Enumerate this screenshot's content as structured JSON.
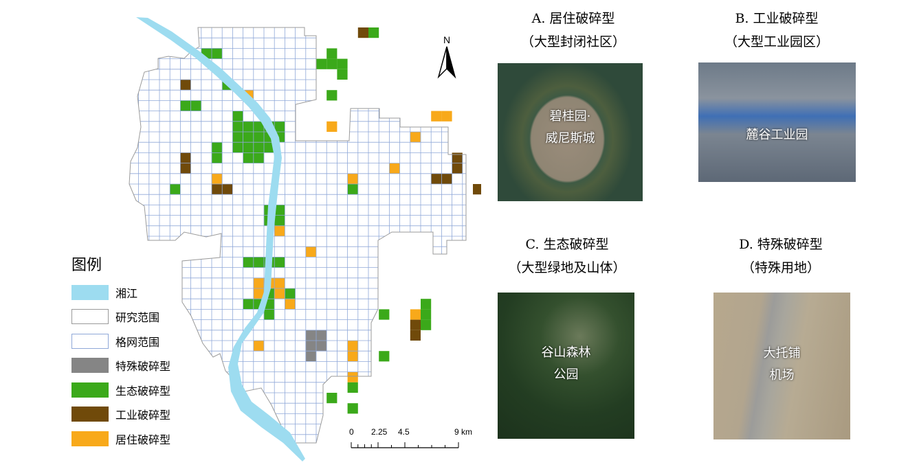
{
  "legend": {
    "title": "图例",
    "items": [
      {
        "label": "湘江",
        "color": "#9ddcf0",
        "border": "#9ddcf0"
      },
      {
        "label": "研究范围",
        "color": "#ffffff",
        "border": "#999999"
      },
      {
        "label": "格网范围",
        "color": "#ffffff",
        "border": "#8fa8d8"
      },
      {
        "label": "特殊破碎型",
        "color": "#858585",
        "border": "#858585"
      },
      {
        "label": "生态破碎型",
        "color": "#3ba91a",
        "border": "#3ba91a"
      },
      {
        "label": "工业破碎型",
        "color": "#704a0a",
        "border": "#704a0a"
      },
      {
        "label": "居住破碎型",
        "color": "#f8a91a",
        "border": "#f8a91a"
      }
    ]
  },
  "north": {
    "label": "N"
  },
  "scale": {
    "labels": [
      "0",
      "2.25",
      "4.5",
      "9 km"
    ],
    "values": [
      0,
      2.25,
      4.5,
      9
    ]
  },
  "panels": [
    {
      "title": "A. 居住破碎型",
      "subtitle": "（大型封闭社区）",
      "photo_lines": [
        "碧桂园·",
        "威尼斯城"
      ]
    },
    {
      "title": "B. 工业破碎型",
      "subtitle": "（大型工业园区）",
      "photo_lines": [
        "麓谷工业园"
      ]
    },
    {
      "title": "C. 生态破碎型",
      "subtitle": "（大型绿地及山体）",
      "photo_lines": [
        "谷山森林",
        "公园"
      ]
    },
    {
      "title": "D. 特殊破碎型",
      "subtitle": "（特殊用地）",
      "photo_lines": [
        "大托铺",
        "机场"
      ]
    }
  ],
  "map": {
    "grid_color": "#8fa8d8",
    "river_color": "#9ddcf0",
    "cells": [
      {
        "c": 9,
        "r": 0,
        "t": "industry"
      },
      {
        "c": 10,
        "r": 0,
        "t": "eco"
      },
      {
        "c": -6,
        "r": 2,
        "t": "eco"
      },
      {
        "c": -5,
        "r": 2,
        "t": "eco"
      },
      {
        "c": 6,
        "r": 2,
        "t": "eco"
      },
      {
        "c": 5,
        "r": 3,
        "t": "eco"
      },
      {
        "c": 6,
        "r": 3,
        "t": "eco"
      },
      {
        "c": 7,
        "r": 3,
        "t": "eco"
      },
      {
        "c": 7,
        "r": 4,
        "t": "eco"
      },
      {
        "c": -8,
        "r": 5,
        "t": "industry"
      },
      {
        "c": -4,
        "r": 5,
        "t": "eco"
      },
      {
        "c": -2,
        "r": 6,
        "t": "residential"
      },
      {
        "c": 6,
        "r": 6,
        "t": "eco"
      },
      {
        "c": -7,
        "r": 7,
        "t": "eco"
      },
      {
        "c": -8,
        "r": 7,
        "t": "eco"
      },
      {
        "c": 16,
        "r": 8,
        "t": "residential"
      },
      {
        "c": 17,
        "r": 8,
        "t": "residential"
      },
      {
        "c": -3,
        "r": 8,
        "t": "eco"
      },
      {
        "c": -3,
        "r": 9,
        "t": "eco"
      },
      {
        "c": -2,
        "r": 9,
        "t": "eco"
      },
      {
        "c": -1,
        "r": 9,
        "t": "eco"
      },
      {
        "c": 0,
        "r": 9,
        "t": "eco"
      },
      {
        "c": 1,
        "r": 9,
        "t": "eco"
      },
      {
        "c": 6,
        "r": 9,
        "t": "residential"
      },
      {
        "c": -3,
        "r": 10,
        "t": "eco"
      },
      {
        "c": -2,
        "r": 10,
        "t": "eco"
      },
      {
        "c": -1,
        "r": 10,
        "t": "eco"
      },
      {
        "c": 0,
        "r": 10,
        "t": "eco"
      },
      {
        "c": 1,
        "r": 10,
        "t": "eco"
      },
      {
        "c": 14,
        "r": 10,
        "t": "residential"
      },
      {
        "c": -3,
        "r": 11,
        "t": "eco"
      },
      {
        "c": -2,
        "r": 11,
        "t": "eco"
      },
      {
        "c": -1,
        "r": 11,
        "t": "eco"
      },
      {
        "c": 0,
        "r": 11,
        "t": "eco"
      },
      {
        "c": -5,
        "r": 11,
        "t": "eco"
      },
      {
        "c": -2,
        "r": 12,
        "t": "eco"
      },
      {
        "c": -1,
        "r": 12,
        "t": "eco"
      },
      {
        "c": -5,
        "r": 12,
        "t": "eco"
      },
      {
        "c": -8,
        "r": 12,
        "t": "industry"
      },
      {
        "c": 18,
        "r": 12,
        "t": "industry"
      },
      {
        "c": -8,
        "r": 13,
        "t": "industry"
      },
      {
        "c": 12,
        "r": 13,
        "t": "residential"
      },
      {
        "c": 18,
        "r": 13,
        "t": "industry"
      },
      {
        "c": -5,
        "r": 14,
        "t": "residential"
      },
      {
        "c": 8,
        "r": 14,
        "t": "residential"
      },
      {
        "c": 16,
        "r": 14,
        "t": "industry"
      },
      {
        "c": 17,
        "r": 14,
        "t": "industry"
      },
      {
        "c": 22,
        "r": 14,
        "t": "industry"
      },
      {
        "c": -9,
        "r": 15,
        "t": "eco"
      },
      {
        "c": -5,
        "r": 15,
        "t": "industry"
      },
      {
        "c": -4,
        "r": 15,
        "t": "industry"
      },
      {
        "c": 8,
        "r": 15,
        "t": "eco"
      },
      {
        "c": 20,
        "r": 15,
        "t": "industry"
      },
      {
        "c": 22,
        "r": 15,
        "t": "industry"
      },
      {
        "c": 0,
        "r": 17,
        "t": "eco"
      },
      {
        "c": 1,
        "r": 17,
        "t": "eco"
      },
      {
        "c": 0,
        "r": 18,
        "t": "eco"
      },
      {
        "c": 1,
        "r": 18,
        "t": "eco"
      },
      {
        "c": 22,
        "r": 18,
        "t": "industry"
      },
      {
        "c": 1,
        "r": 19,
        "t": "residential"
      },
      {
        "c": 4,
        "r": 21,
        "t": "residential"
      },
      {
        "c": -2,
        "r": 22,
        "t": "eco"
      },
      {
        "c": -1,
        "r": 22,
        "t": "eco"
      },
      {
        "c": 0,
        "r": 22,
        "t": "eco"
      },
      {
        "c": 1,
        "r": 22,
        "t": "eco"
      },
      {
        "c": -1,
        "r": 24,
        "t": "residential"
      },
      {
        "c": 0,
        "r": 24,
        "t": "residential"
      },
      {
        "c": 1,
        "r": 24,
        "t": "residential"
      },
      {
        "c": -1,
        "r": 25,
        "t": "residential"
      },
      {
        "c": 0,
        "r": 25,
        "t": "eco"
      },
      {
        "c": 1,
        "r": 25,
        "t": "residential"
      },
      {
        "c": 2,
        "r": 25,
        "t": "eco"
      },
      {
        "c": -2,
        "r": 26,
        "t": "eco"
      },
      {
        "c": -1,
        "r": 26,
        "t": "eco"
      },
      {
        "c": 0,
        "r": 26,
        "t": "eco"
      },
      {
        "c": 2,
        "r": 26,
        "t": "residential"
      },
      {
        "c": 15,
        "r": 26,
        "t": "eco"
      },
      {
        "c": 0,
        "r": 27,
        "t": "eco"
      },
      {
        "c": 11,
        "r": 27,
        "t": "eco"
      },
      {
        "c": 14,
        "r": 27,
        "t": "residential"
      },
      {
        "c": 15,
        "r": 27,
        "t": "eco"
      },
      {
        "c": 14,
        "r": 28,
        "t": "industry"
      },
      {
        "c": 15,
        "r": 28,
        "t": "eco"
      },
      {
        "c": 4,
        "r": 29,
        "t": "special"
      },
      {
        "c": 5,
        "r": 29,
        "t": "special"
      },
      {
        "c": 14,
        "r": 29,
        "t": "industry"
      },
      {
        "c": 4,
        "r": 30,
        "t": "special"
      },
      {
        "c": 5,
        "r": 30,
        "t": "special"
      },
      {
        "c": -1,
        "r": 30,
        "t": "residential"
      },
      {
        "c": 8,
        "r": 30,
        "t": "residential"
      },
      {
        "c": 4,
        "r": 31,
        "t": "special"
      },
      {
        "c": 8,
        "r": 31,
        "t": "residential"
      },
      {
        "c": 11,
        "r": 31,
        "t": "eco"
      },
      {
        "c": 8,
        "r": 33,
        "t": "residential"
      },
      {
        "c": 8,
        "r": 34,
        "t": "eco"
      },
      {
        "c": 6,
        "r": 35,
        "t": "eco"
      },
      {
        "c": 8,
        "r": 36,
        "t": "eco"
      }
    ]
  }
}
